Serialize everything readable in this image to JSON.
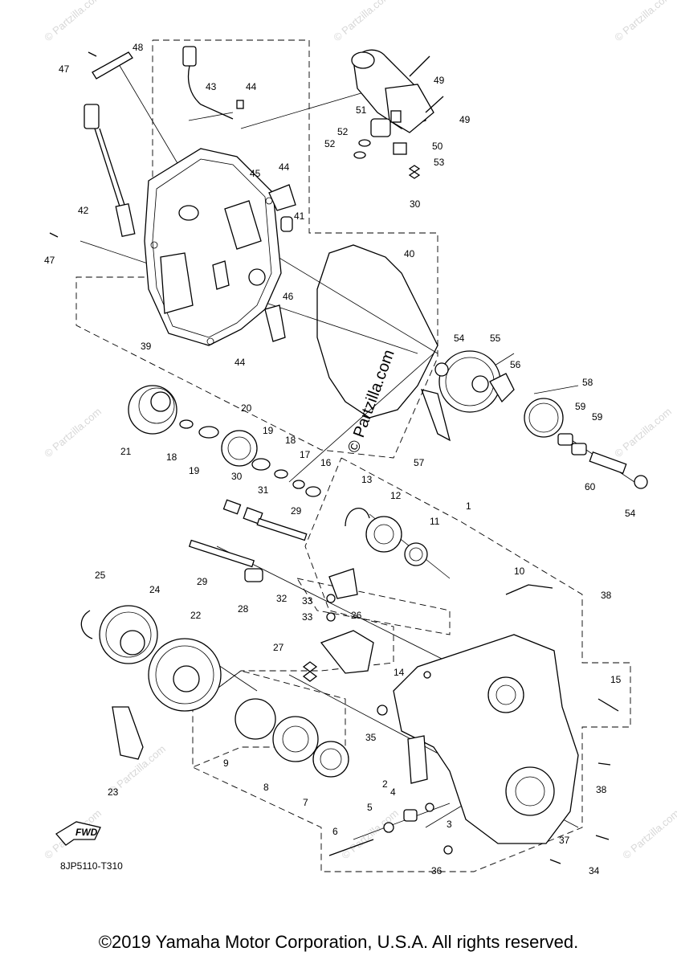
{
  "diagram_code": "8JP5110-T310",
  "copyright": "©2019 Yamaha Motor Corporation, U.S.A. All rights reserved.",
  "center_watermark": "© Partzilla.com",
  "watermark": "© Partzilla.com",
  "fwd_label": "FWD",
  "callouts": [
    {
      "id": "p48",
      "text": "48"
    },
    {
      "id": "p47a",
      "text": "47"
    },
    {
      "id": "p43",
      "text": "43"
    },
    {
      "id": "p44a",
      "text": "44"
    },
    {
      "id": "p49a",
      "text": "49"
    },
    {
      "id": "p49b",
      "text": "49"
    },
    {
      "id": "p51",
      "text": "51"
    },
    {
      "id": "p52a",
      "text": "52"
    },
    {
      "id": "p52b",
      "text": "52"
    },
    {
      "id": "p50",
      "text": "50"
    },
    {
      "id": "p53",
      "text": "53"
    },
    {
      "id": "p30a",
      "text": "30"
    },
    {
      "id": "p44b",
      "text": "44"
    },
    {
      "id": "p45",
      "text": "45"
    },
    {
      "id": "p41",
      "text": "41"
    },
    {
      "id": "p42",
      "text": "42"
    },
    {
      "id": "p47b",
      "text": "47"
    },
    {
      "id": "p40",
      "text": "40"
    },
    {
      "id": "p46",
      "text": "46"
    },
    {
      "id": "p39",
      "text": "39"
    },
    {
      "id": "p44c",
      "text": "44"
    },
    {
      "id": "p54a",
      "text": "54"
    },
    {
      "id": "p55",
      "text": "55"
    },
    {
      "id": "p56",
      "text": "56"
    },
    {
      "id": "p58",
      "text": "58"
    },
    {
      "id": "p59a",
      "text": "59"
    },
    {
      "id": "p59b",
      "text": "59"
    },
    {
      "id": "p57",
      "text": "57"
    },
    {
      "id": "p60",
      "text": "60"
    },
    {
      "id": "p54b",
      "text": "54"
    },
    {
      "id": "p21",
      "text": "21"
    },
    {
      "id": "p18a",
      "text": "18"
    },
    {
      "id": "p19a",
      "text": "19"
    },
    {
      "id": "p20",
      "text": "20"
    },
    {
      "id": "p19b",
      "text": "19"
    },
    {
      "id": "p18b",
      "text": "18"
    },
    {
      "id": "p17",
      "text": "17"
    },
    {
      "id": "p16",
      "text": "16"
    },
    {
      "id": "p30b",
      "text": "30"
    },
    {
      "id": "p31",
      "text": "31"
    },
    {
      "id": "p13",
      "text": "13"
    },
    {
      "id": "p12",
      "text": "12"
    },
    {
      "id": "p1",
      "text": "1"
    },
    {
      "id": "p11",
      "text": "11"
    },
    {
      "id": "p29a",
      "text": "29"
    },
    {
      "id": "p29b",
      "text": "29"
    },
    {
      "id": "p28",
      "text": "28"
    },
    {
      "id": "p32",
      "text": "32"
    },
    {
      "id": "p33a",
      "text": "33"
    },
    {
      "id": "p33b",
      "text": "33"
    },
    {
      "id": "p10",
      "text": "10"
    },
    {
      "id": "p38a",
      "text": "38"
    },
    {
      "id": "p25",
      "text": "25"
    },
    {
      "id": "p24",
      "text": "24"
    },
    {
      "id": "p22",
      "text": "22"
    },
    {
      "id": "p26",
      "text": "26"
    },
    {
      "id": "p27",
      "text": "27"
    },
    {
      "id": "p14",
      "text": "14"
    },
    {
      "id": "p15",
      "text": "15"
    },
    {
      "id": "p35",
      "text": "35"
    },
    {
      "id": "p9",
      "text": "9"
    },
    {
      "id": "p8",
      "text": "8"
    },
    {
      "id": "p7",
      "text": "7"
    },
    {
      "id": "p23",
      "text": "23"
    },
    {
      "id": "p2",
      "text": "2"
    },
    {
      "id": "p4",
      "text": "4"
    },
    {
      "id": "p5",
      "text": "5"
    },
    {
      "id": "p3",
      "text": "3"
    },
    {
      "id": "p38b",
      "text": "38"
    },
    {
      "id": "p6",
      "text": "6"
    },
    {
      "id": "p37",
      "text": "37"
    },
    {
      "id": "p36",
      "text": "36"
    },
    {
      "id": "p34",
      "text": "34"
    }
  ]
}
